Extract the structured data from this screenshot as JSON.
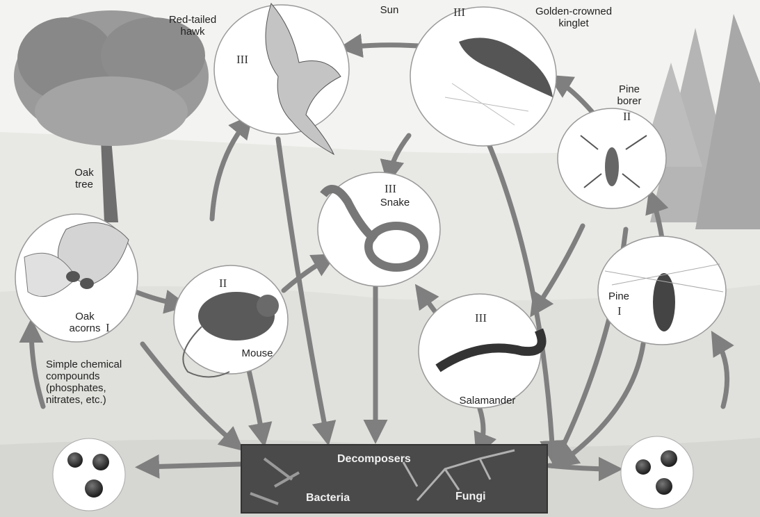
{
  "diagram": {
    "sun_label": "Sun",
    "organisms": [
      {
        "id": "hawk",
        "name": "Red-tailed hawk",
        "level": "III"
      },
      {
        "id": "kinglet",
        "name": "Golden-crowned kinglet",
        "level": "III"
      },
      {
        "id": "pine-borer",
        "name": "Pine borer",
        "level": "II"
      },
      {
        "id": "oak-tree",
        "name": "Oak tree",
        "level": ""
      },
      {
        "id": "snake",
        "name": "Snake",
        "level": "III"
      },
      {
        "id": "oak-acorns",
        "name": "Oak acorns",
        "level": "I"
      },
      {
        "id": "mouse",
        "name": "Mouse",
        "level": "II"
      },
      {
        "id": "salamander",
        "name": "Salamander",
        "level": "III"
      },
      {
        "id": "pine",
        "name": "Pine",
        "level": "I"
      }
    ],
    "chemicals_label": "Simple chemical compounds (phosphates, nitrates, etc.)",
    "decomposers": {
      "title": "Decomposers",
      "bacteria": "Bacteria",
      "fungi": "Fungi"
    },
    "colors": {
      "arrow": "#7f7f7f",
      "decomposer_box": "#4a4a4a",
      "circle_fill": "#ffffff",
      "ground": "#e4e4e0"
    }
  }
}
